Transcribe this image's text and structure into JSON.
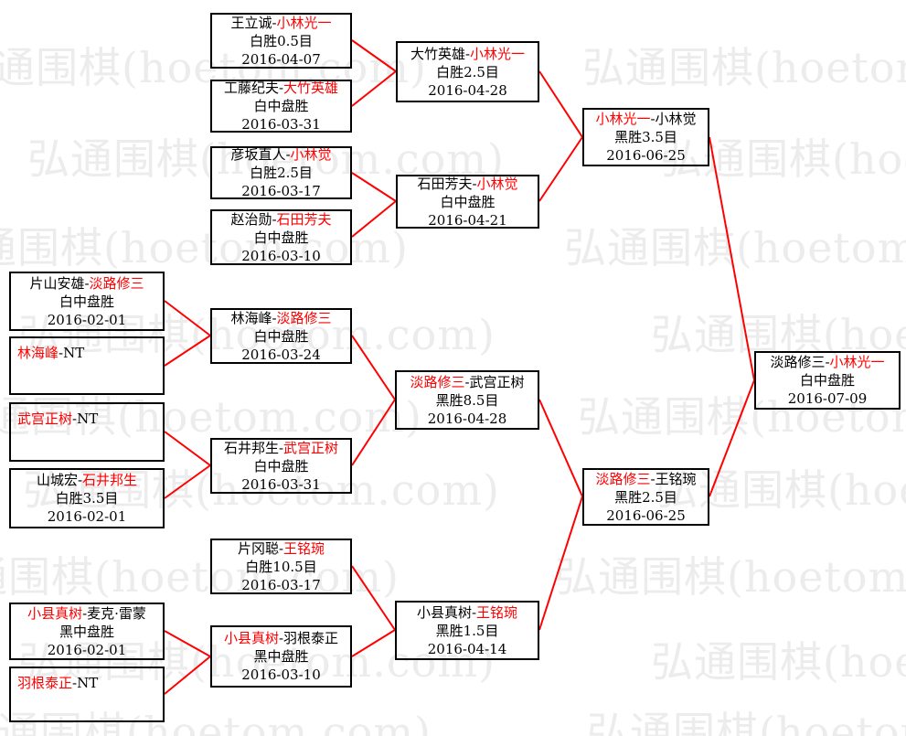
{
  "site_watermark": {
    "text": "弘通围棋(hoetom.com)",
    "color": "#ececec"
  },
  "colors": {
    "winner": "#ff0000",
    "loser": "#000000",
    "connector": "#ff0000",
    "box_border": "#000000"
  },
  "separator": "-",
  "matches": [
    {
      "p1": "王立诚",
      "p2": "小林光一",
      "p1_color": "#000000",
      "p2_color": "#ff0000",
      "result": "白胜0.5目",
      "date": "2016-04-07"
    },
    {
      "p1": "工藤纪夫",
      "p2": "大竹英雄",
      "p1_color": "#000000",
      "p2_color": "#ff0000",
      "result": "白中盘胜",
      "date": "2016-03-31"
    },
    {
      "p1": "彦坂直人",
      "p2": "小林觉",
      "p1_color": "#000000",
      "p2_color": "#ff0000",
      "result": "白胜2.5目",
      "date": "2016-03-17"
    },
    {
      "p1": "赵治勋",
      "p2": "石田芳夫",
      "p1_color": "#000000",
      "p2_color": "#ff0000",
      "result": "白中盘胜",
      "date": "2016-03-10"
    },
    {
      "p1": "大竹英雄",
      "p2": "小林光一",
      "p1_color": "#000000",
      "p2_color": "#ff0000",
      "result": "白胜2.5目",
      "date": "2016-04-28"
    },
    {
      "p1": "石田芳夫",
      "p2": "小林觉",
      "p1_color": "#000000",
      "p2_color": "#ff0000",
      "result": "白中盘胜",
      "date": "2016-04-21"
    },
    {
      "p1": "小林光一",
      "p2": "小林觉",
      "p1_color": "#ff0000",
      "p2_color": "#000000",
      "result": "黑胜3.5目",
      "date": "2016-06-25"
    },
    {
      "p1": "片山安雄",
      "p2": "淡路修三",
      "p1_color": "#000000",
      "p2_color": "#ff0000",
      "result": "白中盘胜",
      "date": "2016-02-01"
    },
    {
      "p1": "林海峰",
      "p2": "NT",
      "p1_color": "#ff0000",
      "p2_color": "#000000",
      "result": "",
      "date": ""
    },
    {
      "p1": "武宫正树",
      "p2": "NT",
      "p1_color": "#ff0000",
      "p2_color": "#000000",
      "result": "",
      "date": ""
    },
    {
      "p1": "山城宏",
      "p2": "石井邦生",
      "p1_color": "#000000",
      "p2_color": "#ff0000",
      "result": "白胜3.5目",
      "date": "2016-02-01"
    },
    {
      "p1": "林海峰",
      "p2": "淡路修三",
      "p1_color": "#000000",
      "p2_color": "#ff0000",
      "result": "白中盘胜",
      "date": "2016-03-24"
    },
    {
      "p1": "石井邦生",
      "p2": "武宫正树",
      "p1_color": "#000000",
      "p2_color": "#ff0000",
      "result": "白中盘胜",
      "date": "2016-03-31"
    },
    {
      "p1": "淡路修三",
      "p2": "武宫正树",
      "p1_color": "#ff0000",
      "p2_color": "#000000",
      "result": "黑胜8.5目",
      "date": "2016-04-28"
    },
    {
      "p1": "片冈聪",
      "p2": "王铭琬",
      "p1_color": "#000000",
      "p2_color": "#ff0000",
      "result": "白胜10.5目",
      "date": "2016-03-17"
    },
    {
      "p1": "小县真树",
      "p2": "麦克·雷蒙",
      "p1_color": "#ff0000",
      "p2_color": "#000000",
      "result": "黑中盘胜",
      "date": "2016-02-01"
    },
    {
      "p1": "羽根泰正",
      "p2": "NT",
      "p1_color": "#ff0000",
      "p2_color": "#000000",
      "result": "",
      "date": ""
    },
    {
      "p1": "小县真树",
      "p2": "羽根泰正",
      "p1_color": "#ff0000",
      "p2_color": "#000000",
      "result": "黑中盘胜",
      "date": "2016-03-10"
    },
    {
      "p1": "小县真树",
      "p2": "王铭琬",
      "p1_color": "#000000",
      "p2_color": "#ff0000",
      "result": "黑胜1.5目",
      "date": "2016-04-14"
    },
    {
      "p1": "淡路修三",
      "p2": "王铭琬",
      "p1_color": "#ff0000",
      "p2_color": "#000000",
      "result": "黑胜2.5目",
      "date": "2016-06-25"
    },
    {
      "p1": "淡路修三",
      "p2": "小林光一",
      "p1_color": "#000000",
      "p2_color": "#ff0000",
      "result": "白中盘胜",
      "date": "2016-07-09"
    }
  ]
}
